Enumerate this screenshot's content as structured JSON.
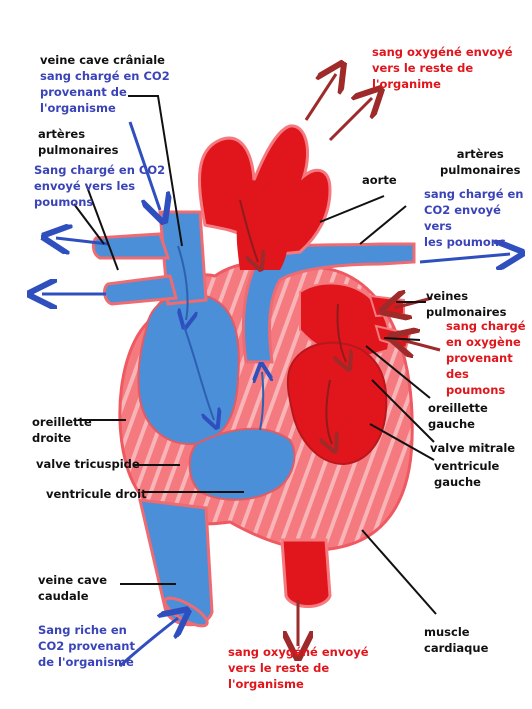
{
  "labels": {
    "vcc": "veine cave crâniale",
    "vcc_blood": "sang chargé en CO2\nprovenant de\nl'organisme",
    "ap_left": "artères\npulmonaires",
    "ap_left_blood": "Sang chargé en CO2\nenvoyé vers les\npoumons",
    "oxy_top": "sang oxygéné envoyé\nvers le reste de\nl'organime",
    "ap_right": "artères\npulmonaires",
    "aorte": "aorte",
    "ap_right_blood": "sang chargé en\nCO2 envoyé vers\nles poumons",
    "vp": "veines\npulmonaires",
    "vp_blood": "sang chargé\nen oxygène\nprovenant\ndes poumons",
    "og": "oreillette\ngauche",
    "mitrale": "valve mitrale",
    "vg": "ventricule\ngauche",
    "od": "oreillette\ndroite",
    "tricuspide": "valve tricuspide",
    "vd": "ventricule droit",
    "vci": "veine cave\ncaudale",
    "vci_blood": "Sang riche en\nCO2 provenant\nde l'organisme",
    "oxy_bottom": "sang oxygéné envoyé\nvers le reste de\nl'organisme",
    "muscle": "muscle\ncardiaque"
  },
  "colors": {
    "deoxygenated": "#4a8fd8",
    "oxygenated": "#e0161c",
    "muscle": "#f47a80",
    "label_black": "#111111",
    "label_blue": "#3a44b8",
    "label_red": "#e0161c"
  }
}
